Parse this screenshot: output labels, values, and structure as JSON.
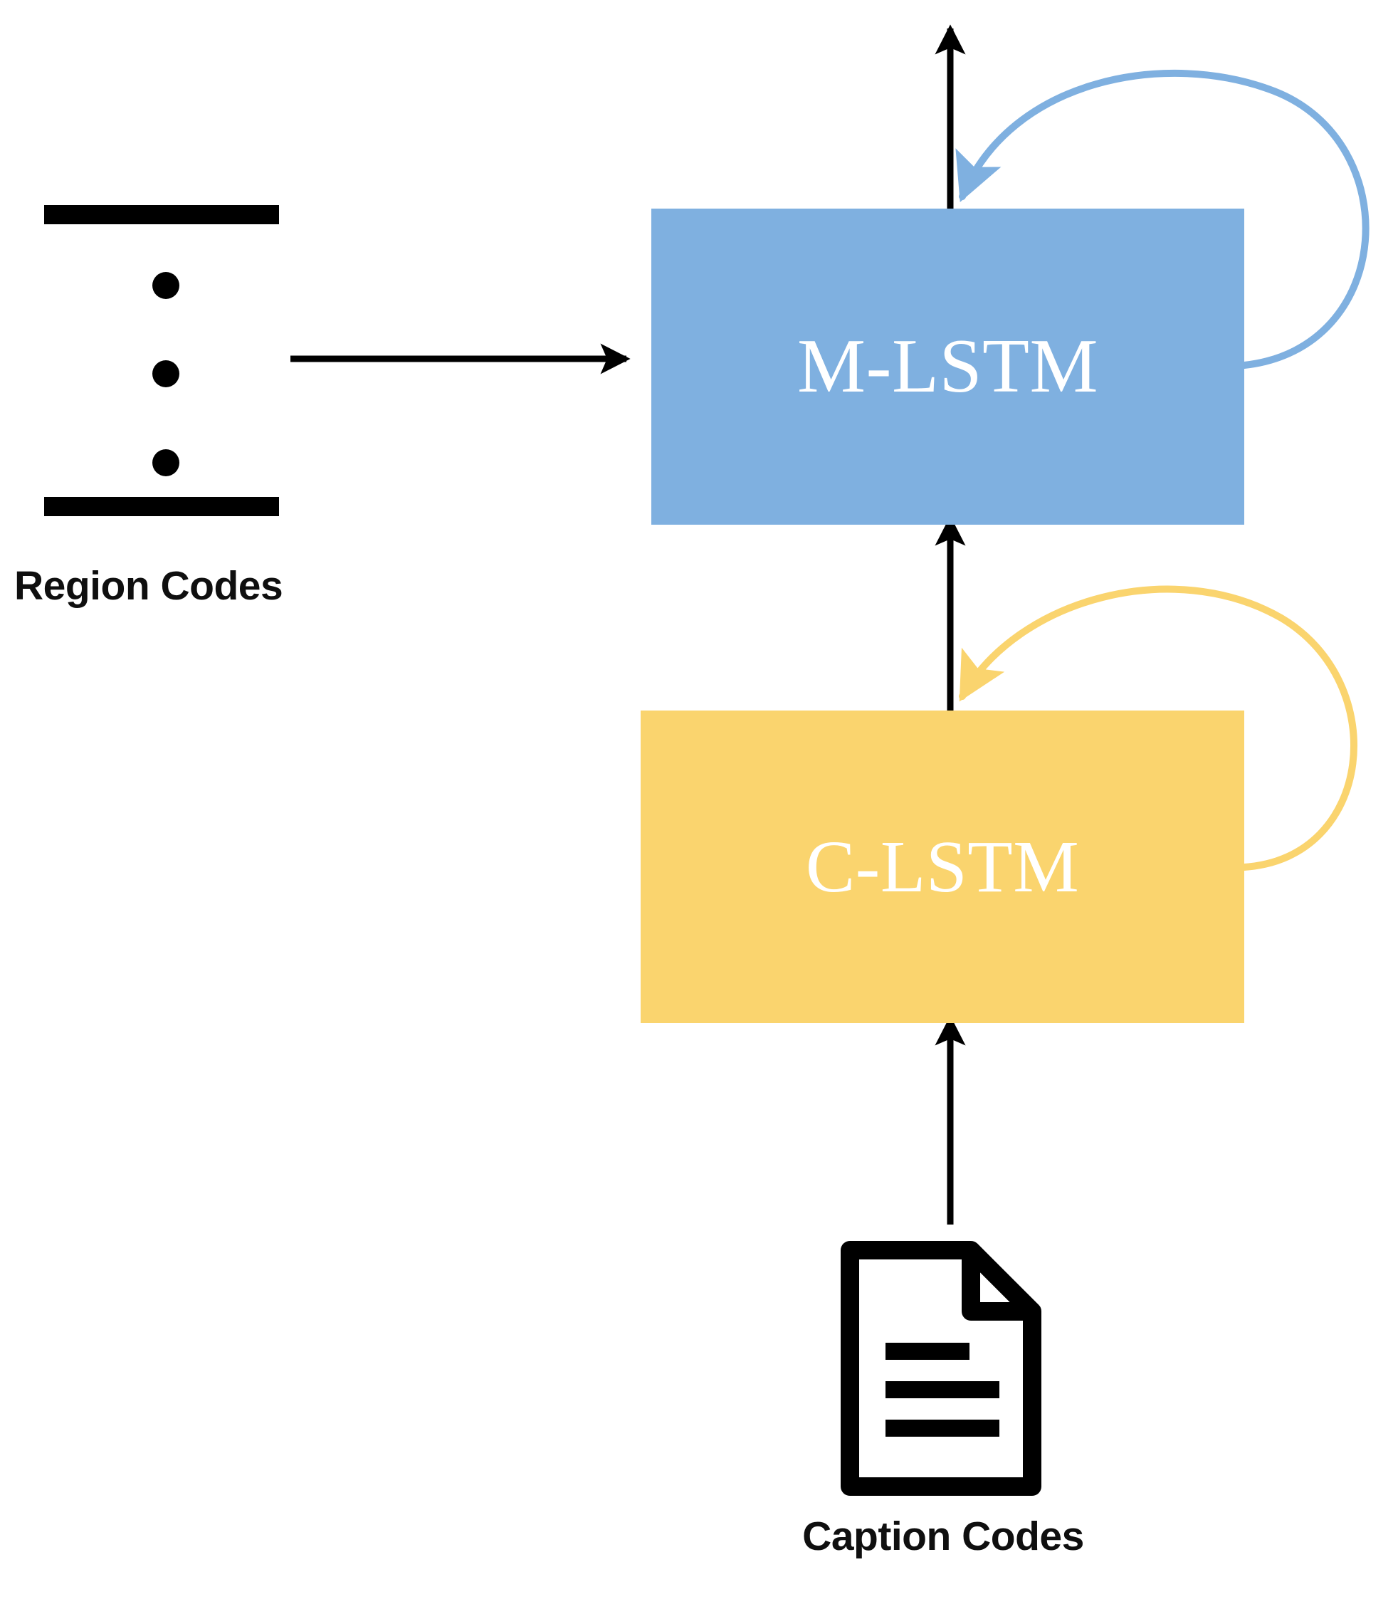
{
  "diagram": {
    "title": "Hierarchical LSTM captioning architecture",
    "background_color": "#ffffff"
  },
  "blocks": {
    "m_lstm": {
      "label": "M-LSTM",
      "fill_color": "#7FB0E0",
      "text_color": "#ffffff"
    },
    "c_lstm": {
      "label": "C-LSTM",
      "fill_color": "#FAD46E",
      "text_color": "#ffffff"
    }
  },
  "inputs": {
    "region_codes": {
      "label": "Region Codes",
      "bar_count": 2,
      "dot_count": 3,
      "color": "#000000"
    },
    "caption_codes": {
      "label": "Caption Codes",
      "icon": "document-icon",
      "icon_line_count": 3,
      "color": "#000000"
    }
  },
  "arrows": {
    "region_to_mlstm": {
      "name": "region-codes-to-m-lstm-arrow",
      "color": "#000000",
      "direction": "right"
    },
    "mlstm_output": {
      "name": "m-lstm-output-arrow",
      "color": "#000000",
      "direction": "up"
    },
    "clstm_to_mlstm": {
      "name": "c-lstm-to-m-lstm-arrow",
      "color": "#000000",
      "direction": "up"
    },
    "caption_to_clstm": {
      "name": "caption-codes-to-c-lstm-arrow",
      "color": "#000000",
      "direction": "up"
    },
    "mlstm_recurrent": {
      "name": "m-lstm-recurrent-loop",
      "color": "#7FB0E0",
      "direction": "self-loop"
    },
    "clstm_recurrent": {
      "name": "c-lstm-recurrent-loop",
      "color": "#FAD46E",
      "direction": "self-loop"
    }
  }
}
